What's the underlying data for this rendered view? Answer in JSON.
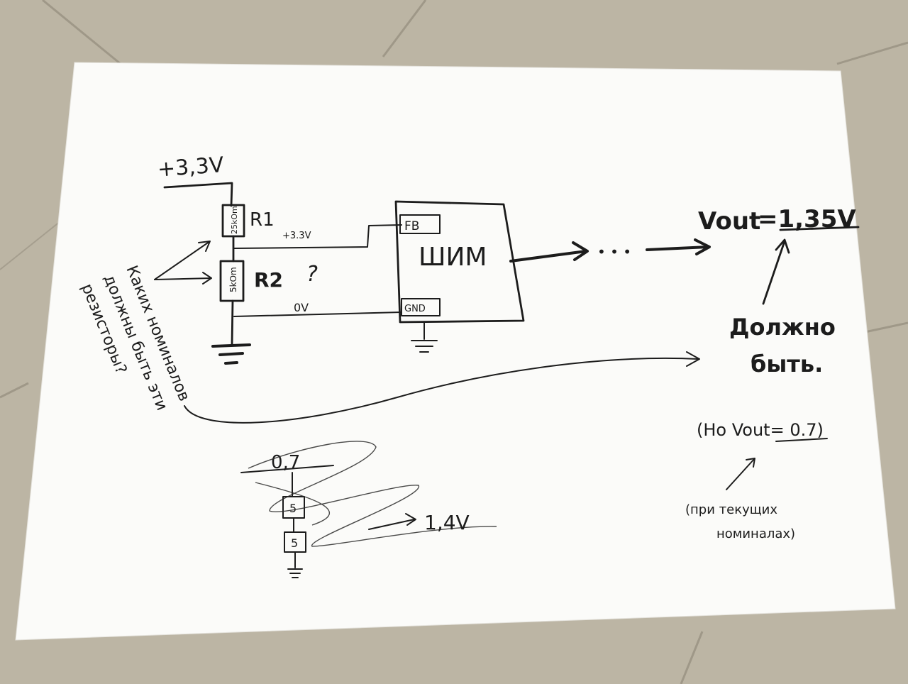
{
  "schematic": {
    "supply_label": "+3,3V",
    "r1_value": "25kOm",
    "r1_label": "R1",
    "r2_value": "5kOm",
    "r2_label": "R2",
    "question_mark": "?",
    "fb_line_label": "+3.3V",
    "gnd_line_label": "0V",
    "chip_label": "ШИМ",
    "fb_pin": "FB",
    "gnd_pin": "GND",
    "dots": "• • •",
    "vout_label": "Vout",
    "vout_value": "=1,35V"
  },
  "notes": {
    "question_lines": [
      "Каких номиналов",
      "должны быть эти",
      "резисторы?"
    ],
    "must_be_lines": [
      "Должно",
      "быть."
    ],
    "but_vout": "(Но Vout= 0.7)",
    "current_values_lines": [
      "(при текущих",
      "номиналах)"
    ]
  },
  "sketch": {
    "top_value": "0,7",
    "resistor_a": "5",
    "resistor_b": "5",
    "result": "1,4V"
  },
  "colors": {
    "paper": "#fbfbf9",
    "ink": "#1c1c1c",
    "floor": "#b9b2a1"
  }
}
